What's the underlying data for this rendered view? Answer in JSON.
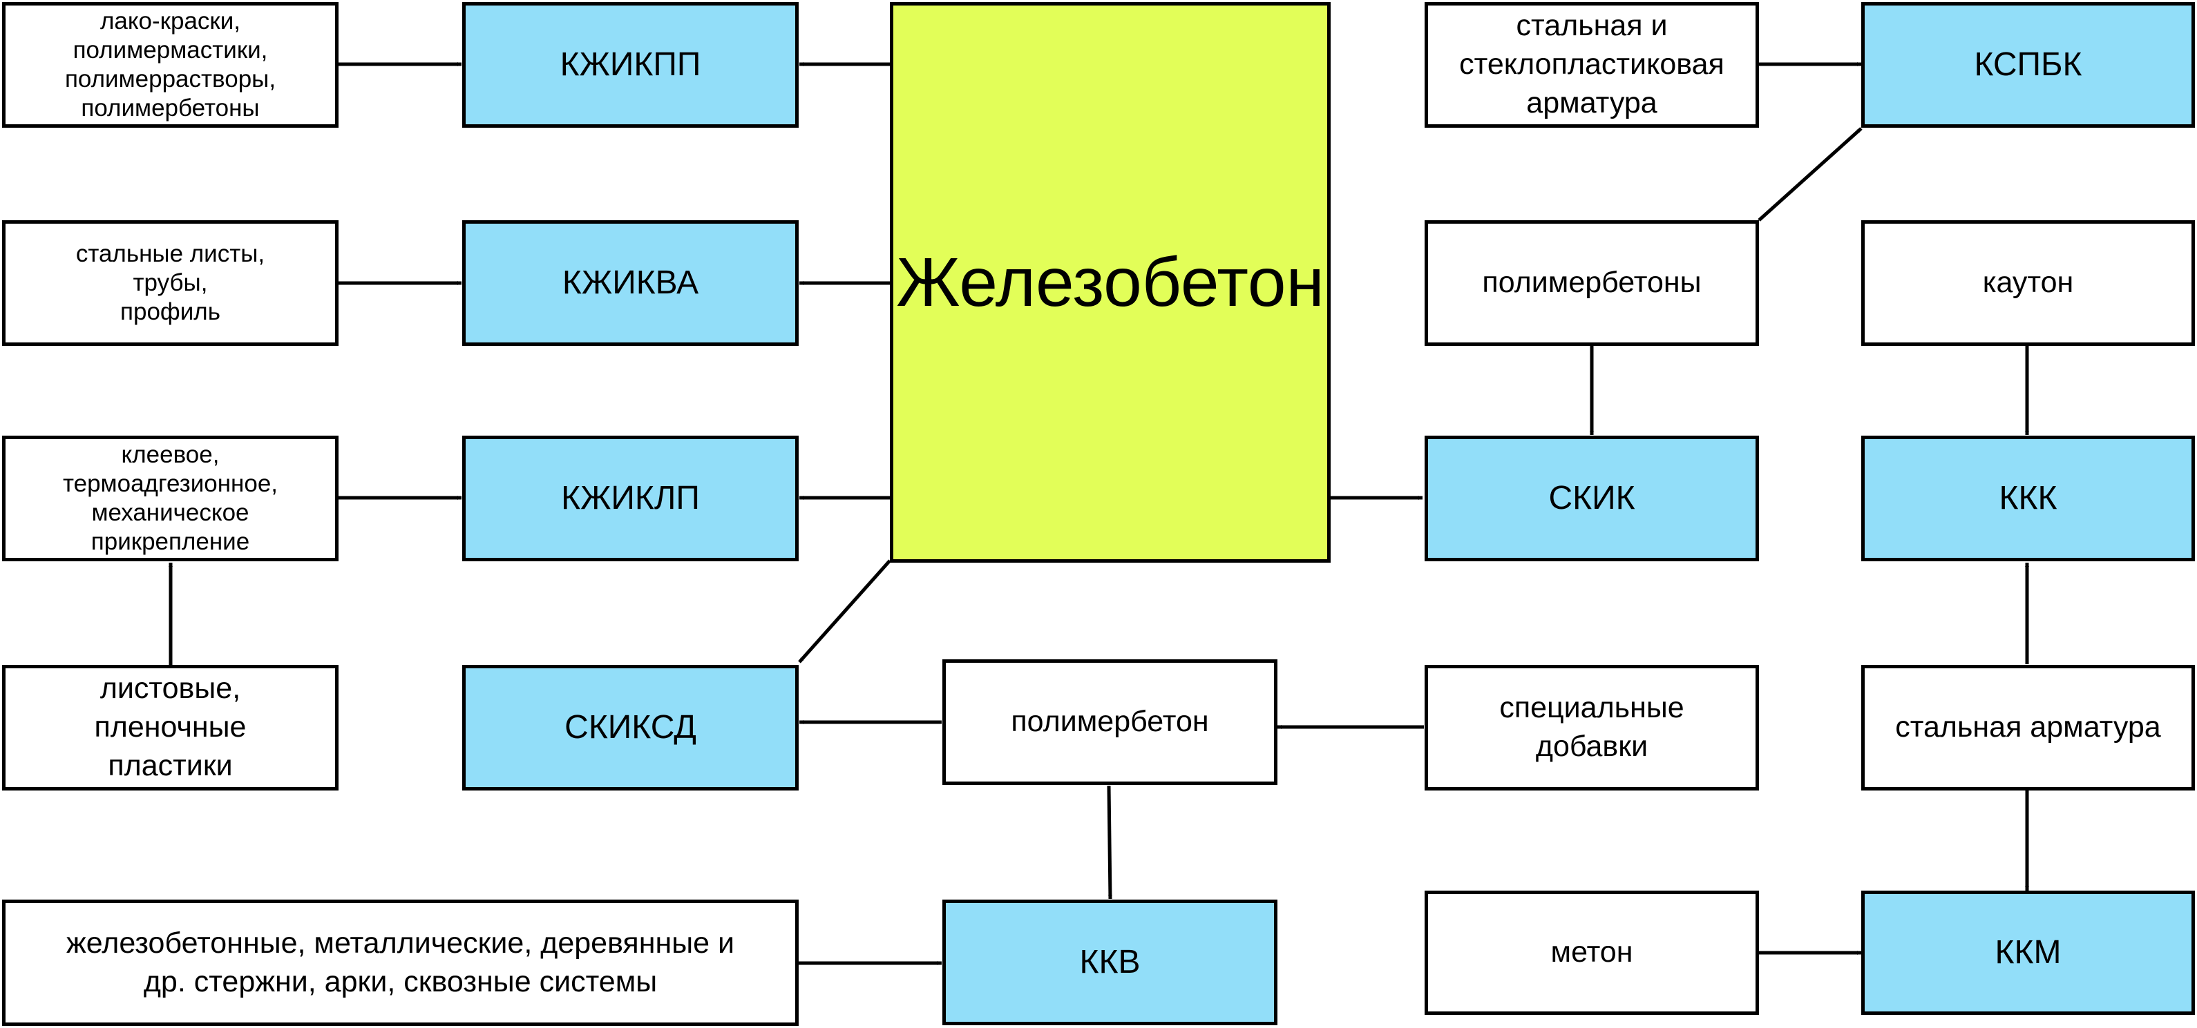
{
  "colors": {
    "box_blue": "#92def9",
    "box_yellow": "#e2fe58",
    "box_white": "#ffffff",
    "stroke": "#000000"
  },
  "nodes": {
    "center": {
      "label": "Железобетон"
    },
    "kzhikpp": {
      "label": "КЖИКПП"
    },
    "kzhikva": {
      "label": "КЖИКВА"
    },
    "kzhiklp": {
      "label": "КЖИКЛП"
    },
    "skiksd": {
      "label": "СКИКСД"
    },
    "skik": {
      "label": "СКИК"
    },
    "kspbk": {
      "label": "КСПБК"
    },
    "kkk": {
      "label": "ККК"
    },
    "kkv": {
      "label": "ККВ"
    },
    "kkm": {
      "label": "ККМ"
    },
    "paints": {
      "label": "лако-краски,\nполимермастики,\nполимеррастворы,\nполимербетоны"
    },
    "steel_sheets": {
      "label": "стальные листы,\nтрубы,\nпрофиль"
    },
    "adhesive": {
      "label": "клеевое,\nтермоадгезионное,\nмеханическое\nприкрепление"
    },
    "sheet_plastics": {
      "label": "листовые,\nпленочные\nпластики"
    },
    "steel_glass_rebar": {
      "label": "стальная и\nстеклопластиковая\nарматура"
    },
    "polymer_concretes": {
      "label": "полимербетоны"
    },
    "kauton": {
      "label": "каутон"
    },
    "polymer_concrete": {
      "label": "полимербетон"
    },
    "special_additives": {
      "label": "специальные\nдобавки"
    },
    "steel_rebar": {
      "label": "стальная арматура"
    },
    "rods": {
      "label": "железобетонные, металлические, деревянные и\nдр. стержни, арки, сквозные системы"
    },
    "meton": {
      "label": "метон"
    }
  }
}
